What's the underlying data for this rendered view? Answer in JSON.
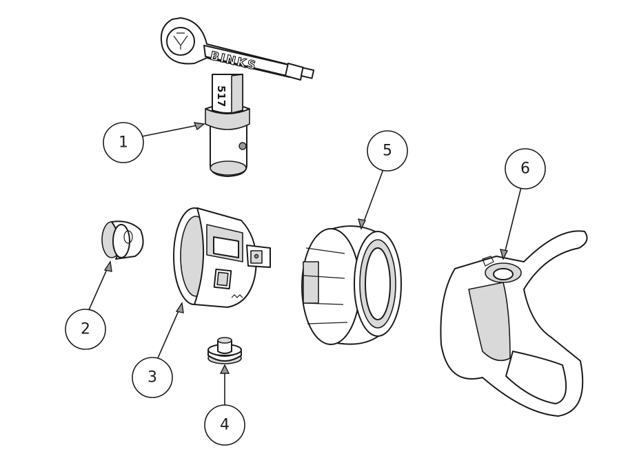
{
  "parts": [
    {
      "id": "1",
      "label": "1",
      "icon": "spray-tip-icon",
      "brand": "BINKS",
      "code": "517"
    },
    {
      "id": "2",
      "label": "2",
      "icon": "seal-icon"
    },
    {
      "id": "3",
      "label": "3",
      "icon": "tip-housing-icon"
    },
    {
      "id": "4",
      "label": "4",
      "icon": "gasket-icon"
    },
    {
      "id": "5",
      "label": "5",
      "icon": "retaining-nut-icon"
    },
    {
      "id": "6",
      "label": "6",
      "icon": "tip-guard-icon"
    }
  ],
  "colors": {
    "line": "#1a1a1a",
    "fill": "#ffffff",
    "shade": "#d9d9d9"
  }
}
